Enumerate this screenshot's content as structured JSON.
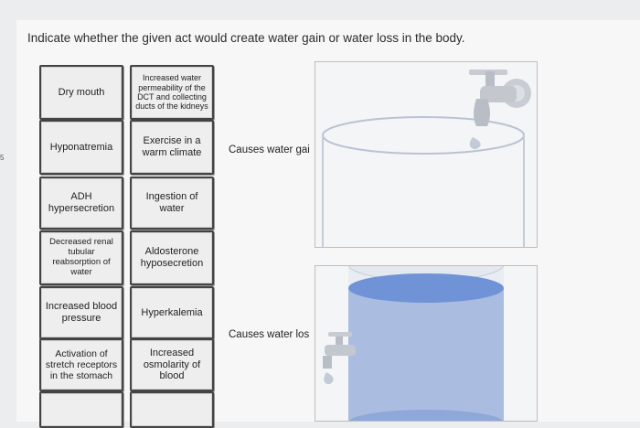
{
  "page": {
    "side_marker": "5",
    "question": "Indicate whether the given act would create water gain or water loss in the body."
  },
  "cards": {
    "dry_mouth": "Dry mouth",
    "increased_water_permeability": "Increased water permeability of the DCT and collecting ducts of the kidneys",
    "hyponatremia": "Hyponatremia",
    "exercise_warm_climate": "Exercise in a warm climate",
    "adh_hypersecretion": "ADH hypersecretion",
    "ingestion_of_water": "Ingestion of water",
    "decreased_renal_reabsorption": "Decreased renal tubular reabsorption of water",
    "aldosterone_hyposecretion": "Aldosterone hyposecretion",
    "increased_blood_pressure": "Increased blood pressure",
    "hyperkalemia": "Hyperkalemia",
    "activation_stretch_receptors": "Activation of stretch receptors in the stomach",
    "increased_osmolarity": "Increased osmolarity of blood"
  },
  "zones": {
    "gain_label": "Causes water gai",
    "loss_label": "Causes water los"
  },
  "colors": {
    "water_blue": "#6f93d6",
    "card_border": "#444444",
    "card_fill": "#eeeeee"
  }
}
